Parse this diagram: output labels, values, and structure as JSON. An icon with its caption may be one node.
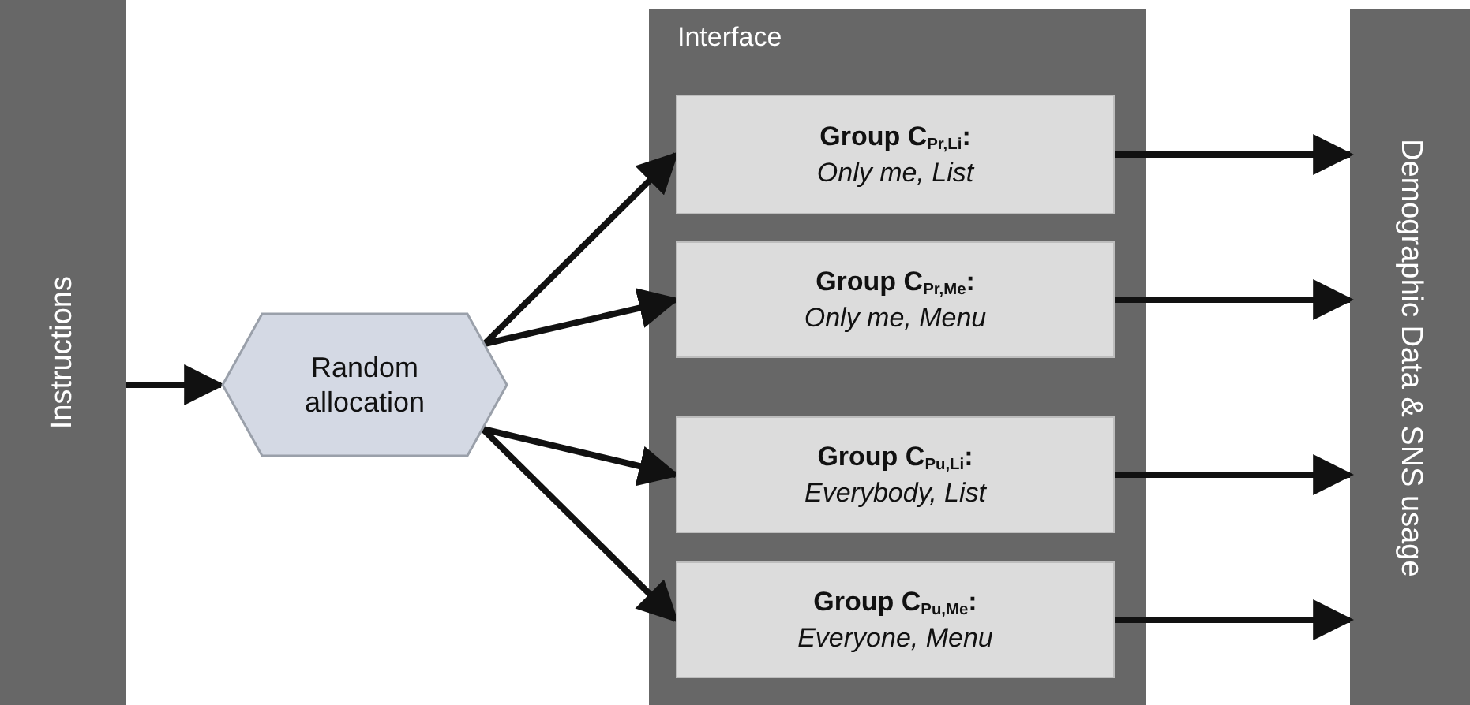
{
  "diagram": {
    "nodes": [
      {
        "text": [
          "Instructions"
        ]
      },
      {
        "text": [
          "Random allocation"
        ]
      },
      {
        "text": [
          "Interface"
        ]
      },
      {
        "text": [
          "Group C$_{Pr,Li}$:",
          "Only me, List"
        ],
        "in": 2
      },
      {
        "text": [
          "Group C$_{Pr,Me}$:",
          "Only me, Menu"
        ],
        "in": 2
      },
      {
        "text": [
          "Group C$_{Pu,Li}$:",
          "Everybody, List"
        ],
        "in": 2
      },
      {
        "text": [
          "Group C$_{Pu,Me}$:",
          "Everyone, Menu"
        ],
        "in": 2
      },
      {
        "text": [
          "Demographic Data & SNS usage"
        ]
      }
    ],
    "edges": [
      {
        "from": 0,
        "to": 1,
        "arrow": "to"
      },
      {
        "from": 1,
        "to": 3,
        "arrow": "to"
      },
      {
        "from": 1,
        "to": 4,
        "arrow": "to"
      },
      {
        "from": 1,
        "to": 5,
        "arrow": "to"
      },
      {
        "from": 1,
        "to": 6,
        "arrow": "to"
      },
      {
        "from": 3,
        "to": 7,
        "arrow": "to"
      },
      {
        "from": 4,
        "to": 7,
        "arrow": "to"
      },
      {
        "from": 5,
        "to": 7,
        "arrow": "to"
      },
      {
        "from": 6,
        "to": 7,
        "arrow": "to"
      }
    ]
  }
}
